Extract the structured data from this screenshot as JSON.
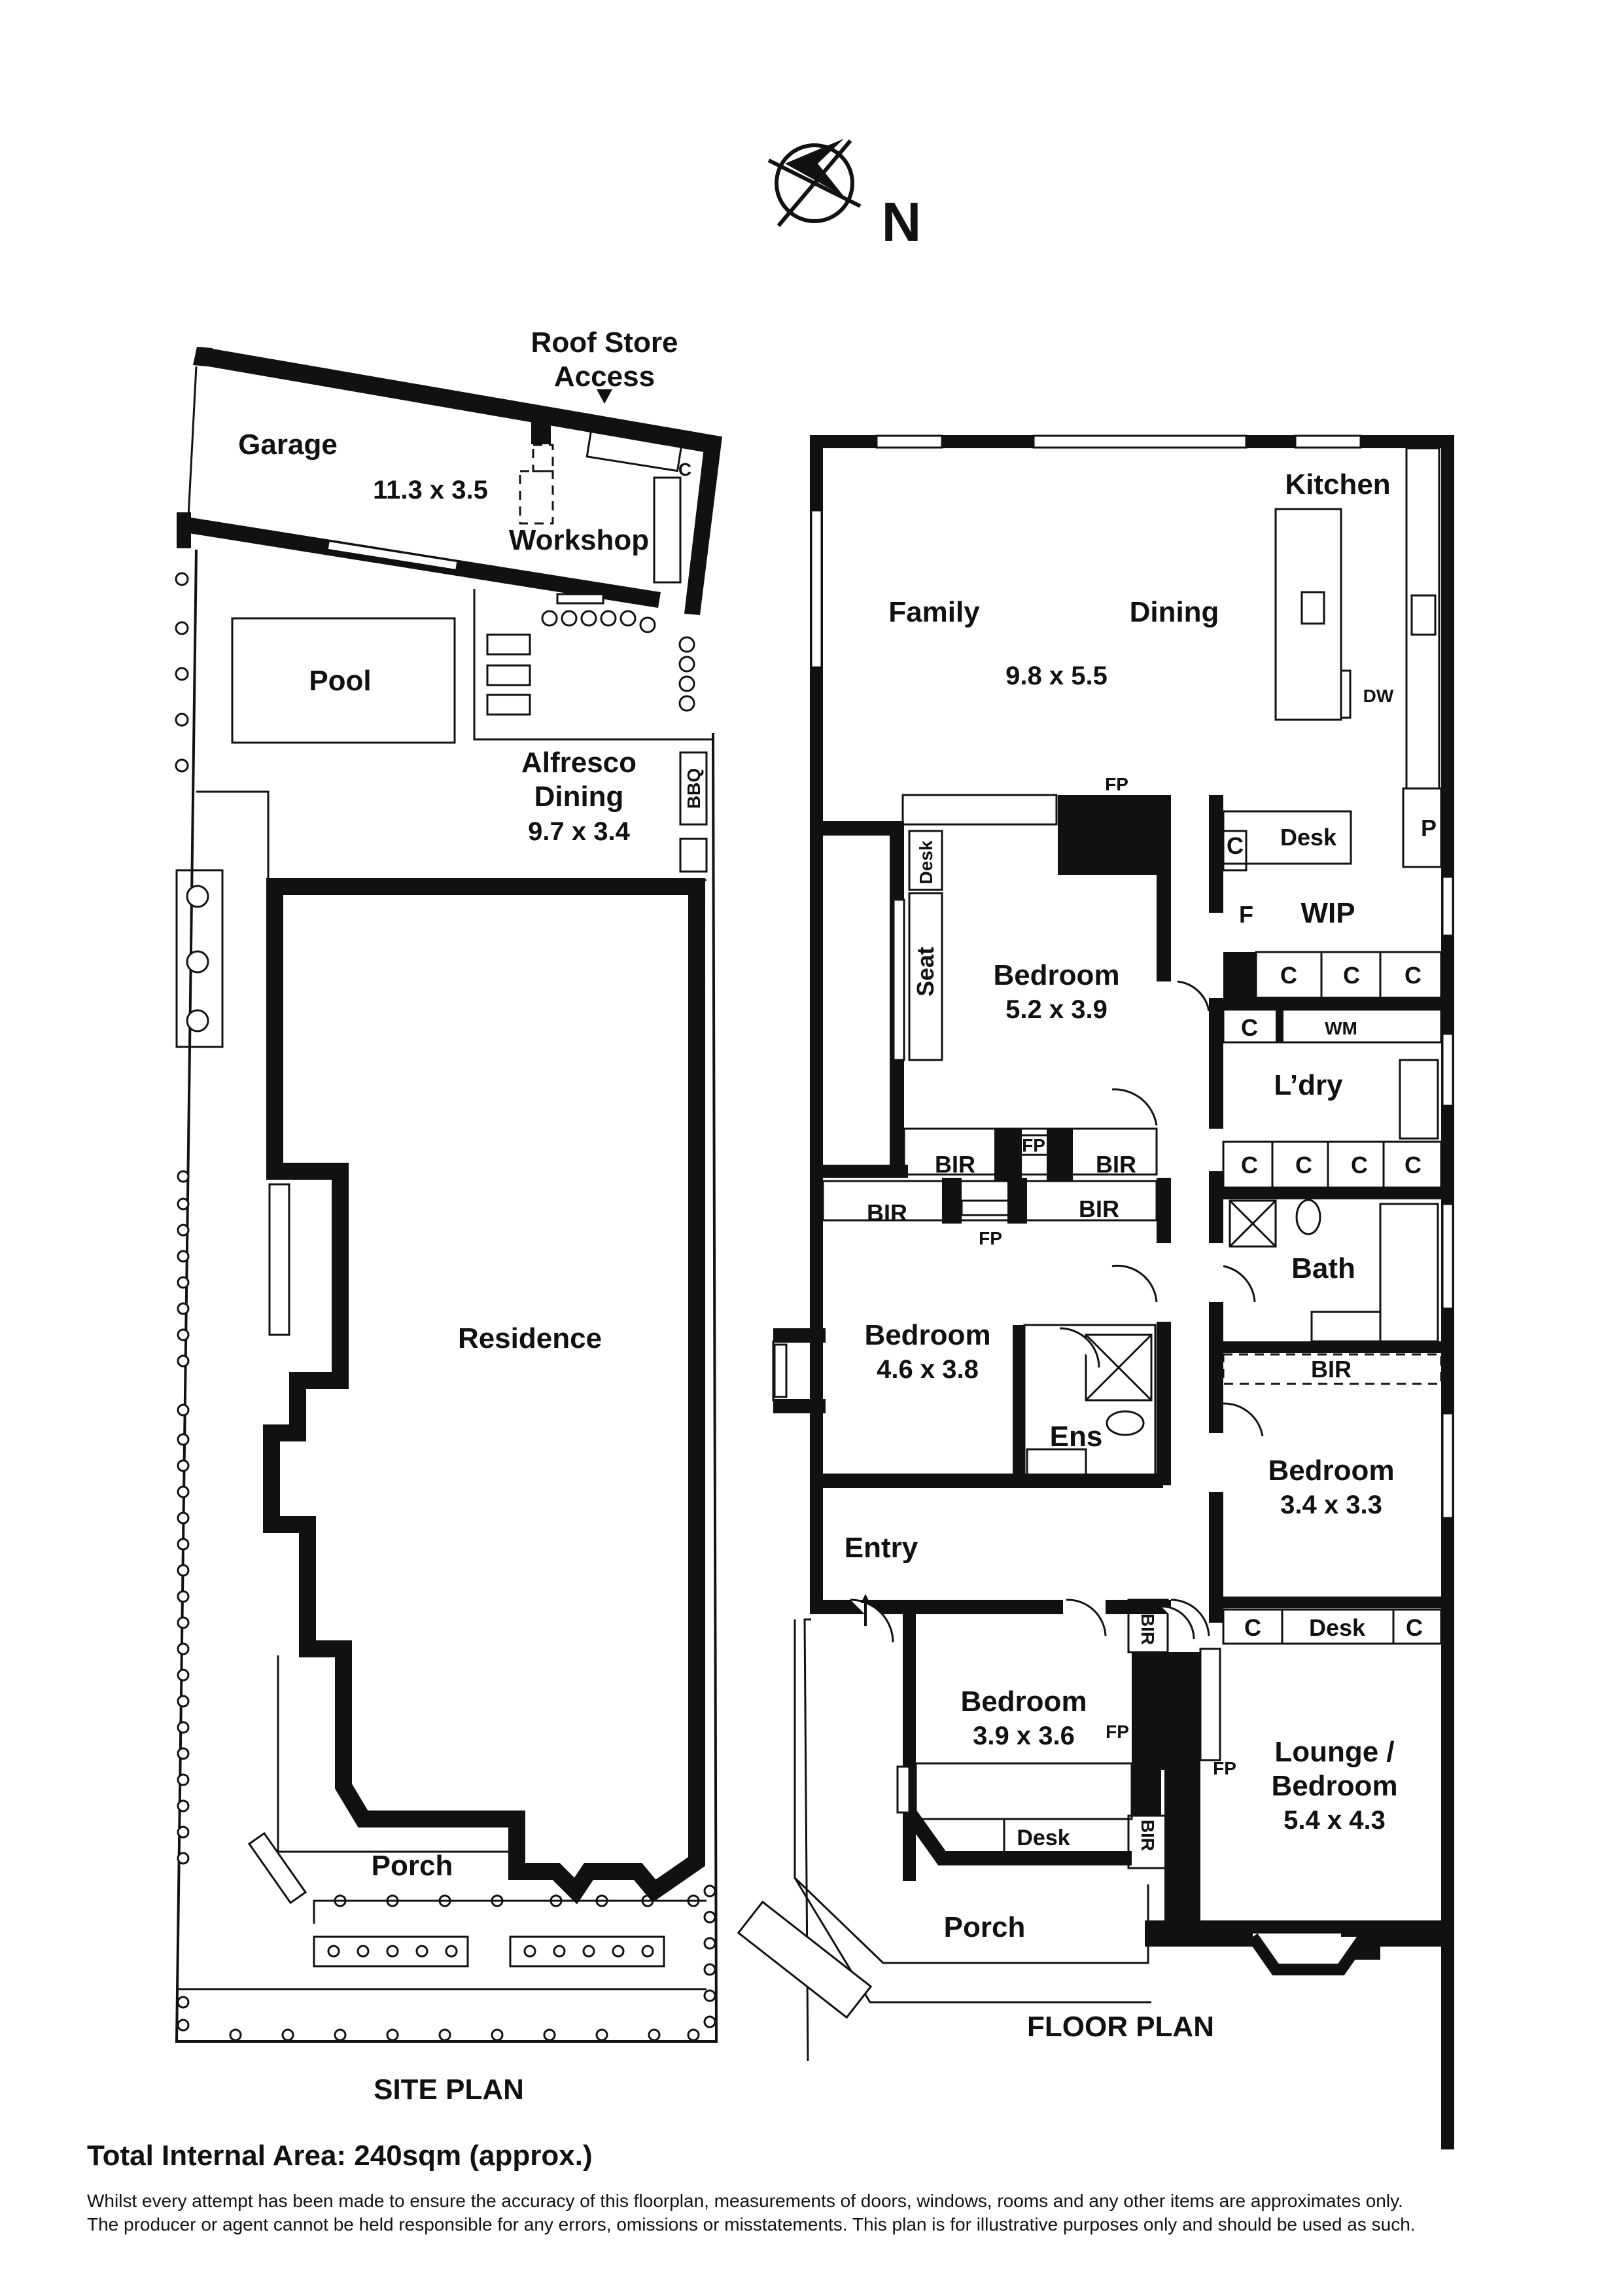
{
  "north": {
    "label": "N"
  },
  "site_plan": {
    "title": "SITE PLAN",
    "roof_store": [
      "Roof Store",
      "Access"
    ],
    "garage": {
      "name": "Garage",
      "dims": "11.3 x 3.5"
    },
    "workshop": "Workshop",
    "pool": "Pool",
    "alfresco": {
      "name": [
        "Alfresco",
        "Dining"
      ],
      "dims": "9.7 x 3.4"
    },
    "bbq": "BBQ",
    "residence": "Residence",
    "porch": "Porch",
    "cupboard": "C"
  },
  "floor_plan": {
    "title": "FLOOR PLAN",
    "kitchen": "Kitchen",
    "family": "Family",
    "dining": "Dining",
    "family_dims": "9.8 x 5.5",
    "dw": "DW",
    "fp": "FP",
    "desk": "Desk",
    "seat": "Seat",
    "bed1": {
      "name": "Bedroom",
      "dims": "5.2 x 3.9"
    },
    "bed2": {
      "name": "Bedroom",
      "dims": "4.6 x 3.8"
    },
    "bed3": {
      "name": "Bedroom",
      "dims": "3.4 x 3.3"
    },
    "bed4": {
      "name": "Bedroom",
      "dims": "3.9 x 3.6"
    },
    "lounge": {
      "name": [
        "Lounge /",
        "Bedroom"
      ],
      "dims": "5.4 x 4.3"
    },
    "bir": "BIR",
    "wip": "WIP",
    "f": "F",
    "p": "P",
    "c": "C",
    "wm": "WM",
    "laundry": "L’dry",
    "bath": "Bath",
    "ens": "Ens",
    "entry": "Entry",
    "porch": "Porch"
  },
  "footer": {
    "total_area": "Total Internal Area: 240sqm (approx.)",
    "disclaimer_1": "Whilst every attempt has been made to ensure the accuracy of this floorplan, measurements of doors, windows, rooms and any other items are approximates only.",
    "disclaimer_2": "The producer or agent cannot be held responsible for any errors, omissions or misstatements. This plan is for illustrative purposes only and should be used as such."
  }
}
